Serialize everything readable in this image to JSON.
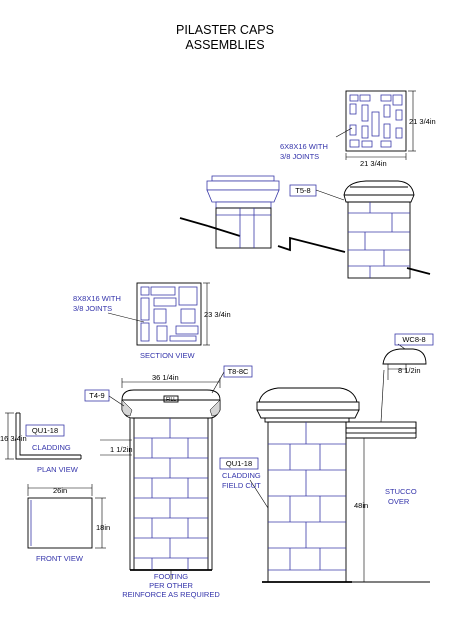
{
  "title": {
    "line1": "PILASTER CAPS",
    "line2": "ASSEMBLIES"
  },
  "top_cap": {
    "plan_dim_vertical": "21 3/4in",
    "plan_dim_horizontal": "21 3/4in",
    "block_note_line1": "6X8X16 WITH",
    "block_note_line2": "3/8 JOINTS",
    "tag": "T5-8"
  },
  "section": {
    "block_note_line1": "8X8X16 WITH",
    "block_note_line2": "3/8 JOINTS",
    "dim_vertical": "23 3/4in",
    "label": "SECTION VIEW"
  },
  "main_pilaster": {
    "width_dim": "36 1/4in",
    "fill_label": "FILL",
    "tag_left": "T4-9",
    "tag_right": "T8-8C",
    "footing_line1": "FOOTING",
    "footing_line2": "PER OTHER",
    "footing_line3": "REINFORCE AS REQUIRED"
  },
  "cladding_detail": {
    "dim_height": "16 3/4in",
    "tag": "QU1-18",
    "label": "CLADDING",
    "dim_offset": "1 1/2in",
    "plan_label": "PLAN VIEW",
    "front_width": "26in",
    "front_height": "18in",
    "front_label": "FRONT VIEW"
  },
  "wall_pilaster": {
    "wc_tag": "WC8-8",
    "wc_dim": "8 1/2in",
    "tag": "QU1-18",
    "cladding_line1": "CLADDING",
    "cladding_line2": "FIELD CUT",
    "height_dim": "48in",
    "stucco_line1": "STUCCO",
    "stucco_line2": "OVER"
  }
}
